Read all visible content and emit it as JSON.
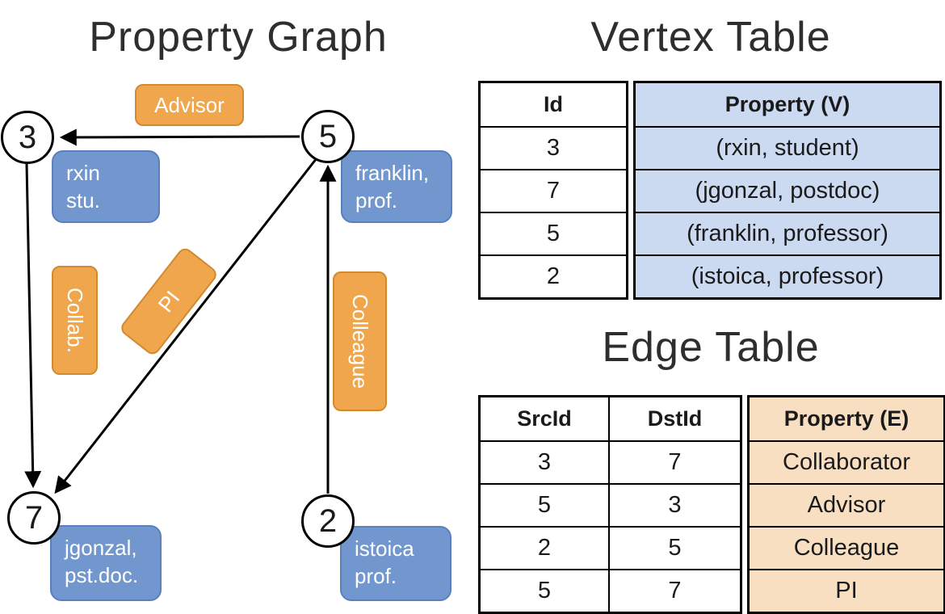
{
  "titles": {
    "graph": "Property Graph",
    "vertex_table": "Vertex Table",
    "edge_table": "Edge Table"
  },
  "graph": {
    "nodes": {
      "n3": "3",
      "n5": "5",
      "n7": "7",
      "n2": "2"
    },
    "vertex_boxes": {
      "n3": "rxin\nstu.",
      "n5": "franklin,\nprof.",
      "n7": "jgonzal,\npst.doc.",
      "n2": "istoica\nprof."
    },
    "edge_labels": {
      "advisor": "Advisor",
      "collab": "Collab.",
      "pi": "PI",
      "colleague": "Colleague"
    }
  },
  "vertex_table": {
    "headers": [
      "Id",
      "Property (V)"
    ],
    "rows": [
      [
        "3",
        "(rxin, student)"
      ],
      [
        "7",
        "(jgonzal, postdoc)"
      ],
      [
        "5",
        "(franklin, professor)"
      ],
      [
        "2",
        "(istoica, professor)"
      ]
    ]
  },
  "edge_table": {
    "headers": [
      "SrcId",
      "DstId",
      "Property (E)"
    ],
    "rows": [
      [
        "3",
        "7",
        "Collaborator"
      ],
      [
        "5",
        "3",
        "Advisor"
      ],
      [
        "2",
        "5",
        "Colleague"
      ],
      [
        "5",
        "7",
        "PI"
      ]
    ]
  },
  "colors": {
    "edge_box": "#F0A64C",
    "edge_box_border": "#D3892E",
    "vertex_box": "#7296CE",
    "vertex_box_border": "#5A7FBE",
    "vertex_prop_bg": "#CBD9F1",
    "edge_prop_bg": "#F8DFC2",
    "line": "#000000"
  }
}
